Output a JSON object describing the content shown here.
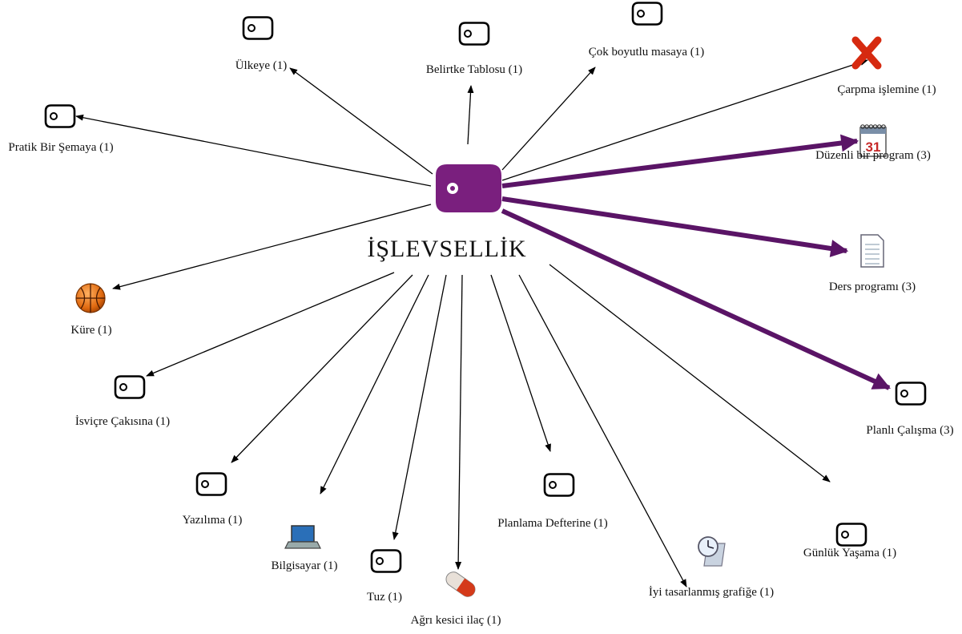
{
  "center": {
    "label": "İŞLEVSELLİK",
    "color": "#7a1f7e"
  },
  "colors": {
    "thin_edge": "#000000",
    "thick_edge": "#5a1466",
    "tag": "#000000"
  },
  "nodes": [
    {
      "label": "Ülkeye (1)",
      "icon": "tag-icon",
      "weight": 1
    },
    {
      "label": "Belirtke Tablosu (1)",
      "icon": "tag-icon",
      "weight": 1
    },
    {
      "label": "Çok boyutlu masaya (1)",
      "icon": "tag-icon",
      "weight": 1
    },
    {
      "label": "Çarpma işlemine (1)",
      "icon": "red-x-icon",
      "weight": 1
    },
    {
      "label": "Düzenli bir program (3)",
      "icon": "calendar-icon",
      "weight": 3
    },
    {
      "label": "Pratik Bir Şemaya (1)",
      "icon": "tag-icon",
      "weight": 1
    },
    {
      "label": "Ders programı (3)",
      "icon": "document-icon",
      "weight": 3
    },
    {
      "label": "Küre (1)",
      "icon": "basketball-icon",
      "weight": 1
    },
    {
      "label": "İsviçre Çakısına (1)",
      "icon": "tag-icon",
      "weight": 1
    },
    {
      "label": "Planlı Çalışma (3)",
      "icon": "tag-icon",
      "weight": 3
    },
    {
      "label": "Yazılıma (1)",
      "icon": "tag-icon",
      "weight": 1
    },
    {
      "label": "Bilgisayar (1)",
      "icon": "laptop-icon",
      "weight": 1
    },
    {
      "label": "Tuz (1)",
      "icon": "tag-icon",
      "weight": 1
    },
    {
      "label": "Ağrı kesici ilaç (1)",
      "icon": "pill-icon",
      "weight": 1
    },
    {
      "label": "Planlama Defterine (1)",
      "icon": "tag-icon",
      "weight": 1
    },
    {
      "label": "İyi tasarlanmış grafiğe (1)",
      "icon": "clock-scroll-icon",
      "weight": 1
    },
    {
      "label": "Günlük Yaşama (1)",
      "icon": "tag-icon",
      "weight": 1
    }
  ]
}
